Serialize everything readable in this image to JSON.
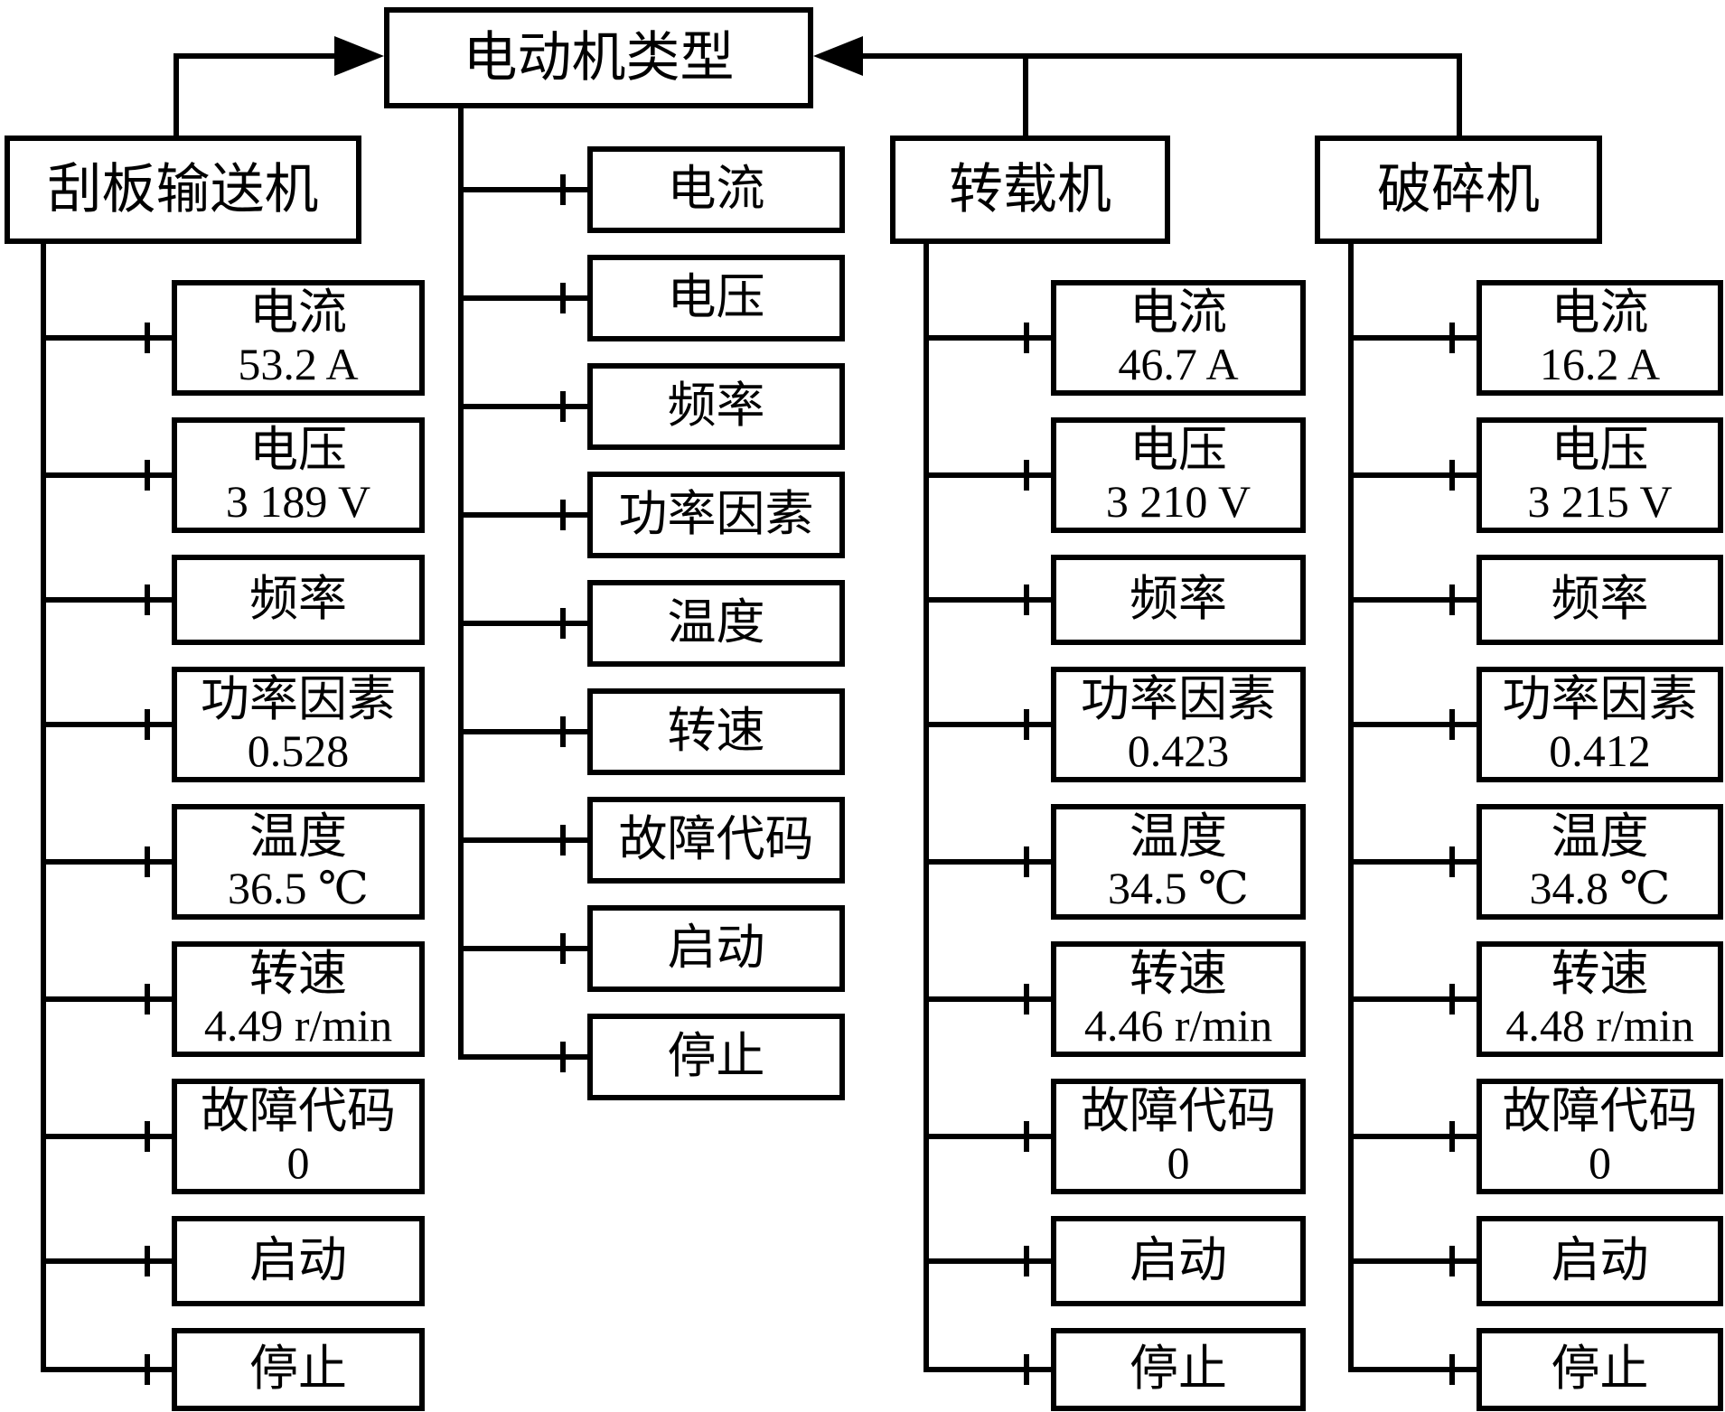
{
  "diagram_title": "电动机类型",
  "colors": {
    "foreground": "#000000",
    "background": "#ffffff"
  },
  "columns": [
    {
      "name": "scraper-conveyor",
      "header": "刮板输送机",
      "items": [
        {
          "name": "current",
          "label": "电流",
          "value": "53.2 A"
        },
        {
          "name": "voltage",
          "label": "电压",
          "value": "3 189 V"
        },
        {
          "name": "frequency",
          "label": "频率",
          "value": ""
        },
        {
          "name": "power-factor",
          "label": "功率因素",
          "value": "0.528"
        },
        {
          "name": "temperature",
          "label": "温度",
          "value": "36.5 ℃"
        },
        {
          "name": "speed",
          "label": "转速",
          "value": "4.49 r/min"
        },
        {
          "name": "fault-code",
          "label": "故障代码",
          "value": "0"
        },
        {
          "name": "start",
          "label": "启动",
          "value": ""
        },
        {
          "name": "stop",
          "label": "停止",
          "value": ""
        }
      ]
    },
    {
      "name": "motor-parameters",
      "header": "",
      "items": [
        {
          "name": "current",
          "label": "电流",
          "value": ""
        },
        {
          "name": "voltage",
          "label": "电压",
          "value": ""
        },
        {
          "name": "frequency",
          "label": "频率",
          "value": ""
        },
        {
          "name": "power-factor",
          "label": "功率因素",
          "value": ""
        },
        {
          "name": "temperature",
          "label": "温度",
          "value": ""
        },
        {
          "name": "speed",
          "label": "转速",
          "value": ""
        },
        {
          "name": "fault-code",
          "label": "故障代码",
          "value": ""
        },
        {
          "name": "start",
          "label": "启动",
          "value": ""
        },
        {
          "name": "stop",
          "label": "停止",
          "value": ""
        }
      ]
    },
    {
      "name": "loader",
      "header": "转载机",
      "items": [
        {
          "name": "current",
          "label": "电流",
          "value": "46.7 A"
        },
        {
          "name": "voltage",
          "label": "电压",
          "value": "3 210 V"
        },
        {
          "name": "frequency",
          "label": "频率",
          "value": ""
        },
        {
          "name": "power-factor",
          "label": "功率因素",
          "value": "0.423"
        },
        {
          "name": "temperature",
          "label": "温度",
          "value": "34.5 ℃"
        },
        {
          "name": "speed",
          "label": "转速",
          "value": "4.46 r/min"
        },
        {
          "name": "fault-code",
          "label": "故障代码",
          "value": "0"
        },
        {
          "name": "start",
          "label": "启动",
          "value": ""
        },
        {
          "name": "stop",
          "label": "停止",
          "value": ""
        }
      ]
    },
    {
      "name": "crusher",
      "header": "破碎机",
      "items": [
        {
          "name": "current",
          "label": "电流",
          "value": "16.2 A"
        },
        {
          "name": "voltage",
          "label": "电压",
          "value": "3 215 V"
        },
        {
          "name": "frequency",
          "label": "频率",
          "value": ""
        },
        {
          "name": "power-factor",
          "label": "功率因素",
          "value": "0.412"
        },
        {
          "name": "temperature",
          "label": "温度",
          "value": "34.8 ℃"
        },
        {
          "name": "speed",
          "label": "转速",
          "value": "4.48 r/min"
        },
        {
          "name": "fault-code",
          "label": "故障代码",
          "value": "0"
        },
        {
          "name": "start",
          "label": "启动",
          "value": ""
        },
        {
          "name": "stop",
          "label": "停止",
          "value": ""
        }
      ]
    }
  ]
}
